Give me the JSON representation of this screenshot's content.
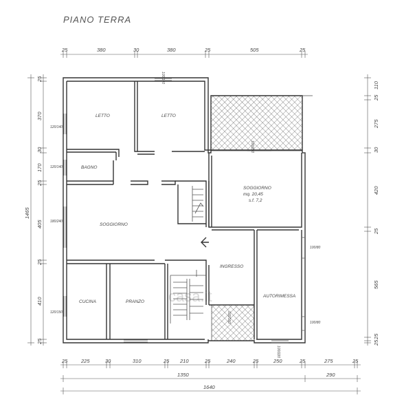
{
  "title": "PIANO TERRA",
  "watermark": "casa.it",
  "rooms": {
    "letto_1": "LETTO",
    "letto_2": "LETTO",
    "bagno": "BAGNO",
    "soggiorno_left": "SOGGIORNO",
    "soggiorno_right": "SOGGIORNO",
    "soggiorno_right_area": "mq. 20,45",
    "soggiorno_right_sf": "s.f. 7,2",
    "ingresso": "INGRESSO",
    "cucina": "CUCINA",
    "pranzo": "PRANZO",
    "autorimessa": "AUTORIMESSA"
  },
  "dims_top": [
    "25",
    "380",
    "30",
    "380",
    "25",
    "505",
    "25"
  ],
  "dims_bottom_1": [
    "25",
    "225",
    "30",
    "310",
    "25",
    "210",
    "25",
    "240",
    "25",
    "250",
    "25",
    "275",
    "25"
  ],
  "dims_bottom_2": [
    "1350",
    "290"
  ],
  "dims_bottom_3": [
    "1640"
  ],
  "dims_left": [
    "25",
    "370",
    "30",
    "170",
    "25",
    "405",
    "25",
    "410",
    "25"
  ],
  "dims_left_total": "1465",
  "dims_right": [
    "110",
    "25",
    "275",
    "30",
    "420",
    "25",
    "565",
    "25",
    "25"
  ],
  "window_labels": {
    "w_top": "100/140",
    "w_letto": "120/140",
    "w_bagno": "120/140",
    "w_soggiorno": "180/240",
    "w_cucina": "120/150",
    "w_sogg_right_top": "100/220",
    "w_ingresso": "100/80",
    "w_autorimessa": "100/80",
    "w_bottom": "100/150",
    "w_bottom_right": "100/220"
  }
}
